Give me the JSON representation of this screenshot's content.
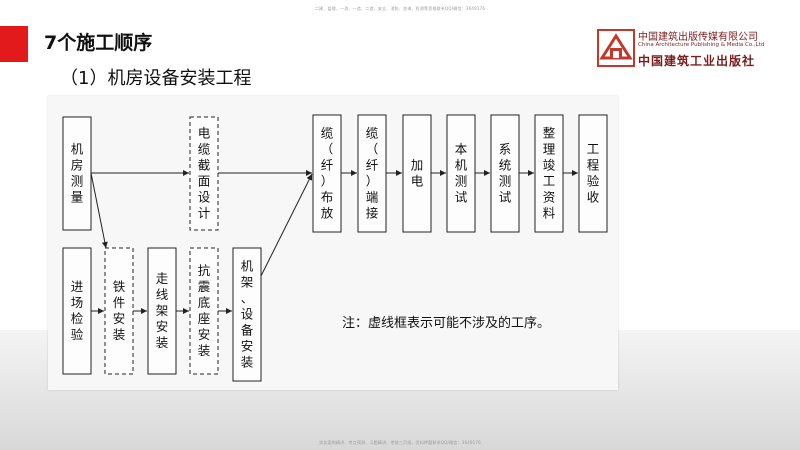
{
  "top_note": "二建、监理、一消、一造、二造、安全、消防、咨询、检测等资格联系QQ/微信：3649176",
  "bottom_note": "实务案例精讲、考点预测、习题精讲、考前三页纸、资料押题联系QQ/微信：3649176",
  "title": "7个施工顺序",
  "subtitle": "（1）机房设备安装工程",
  "logo": {
    "cn_name": "中国建筑出版传媒有限公司",
    "en_name": "China Architecture Publishing & Media Co.,Ltd",
    "cn_name_2": "中国建筑工业出版社"
  },
  "diagram": {
    "boxes": [
      {
        "id": "survey",
        "label": "机房测量",
        "dashed": false
      },
      {
        "id": "inspect",
        "label": "进场检验",
        "dashed": false
      },
      {
        "id": "cable_design",
        "label": "电缆截面设计",
        "dashed": true
      },
      {
        "id": "iron",
        "label": "铁件安装",
        "dashed": true
      },
      {
        "id": "tray",
        "label": "走线架安装",
        "dashed": false
      },
      {
        "id": "base",
        "label": "抗震底座安装",
        "dashed": true
      },
      {
        "id": "rack",
        "label": "机架、设备安装",
        "dashed": false
      },
      {
        "id": "cable_lay",
        "label": "缆（纤）布放",
        "dashed": false
      },
      {
        "id": "cable_term",
        "label": "缆（纤）端接",
        "dashed": false
      },
      {
        "id": "power",
        "label": "加电",
        "dashed": false
      },
      {
        "id": "unit_test",
        "label": "本机测试",
        "dashed": false
      },
      {
        "id": "sys_test",
        "label": "系统测试",
        "dashed": false
      },
      {
        "id": "docs",
        "label": "整理竣工资料",
        "dashed": false
      },
      {
        "id": "accept",
        "label": "工程验收",
        "dashed": false
      }
    ],
    "note": "注：虚线框表示可能不涉及的工序。"
  }
}
